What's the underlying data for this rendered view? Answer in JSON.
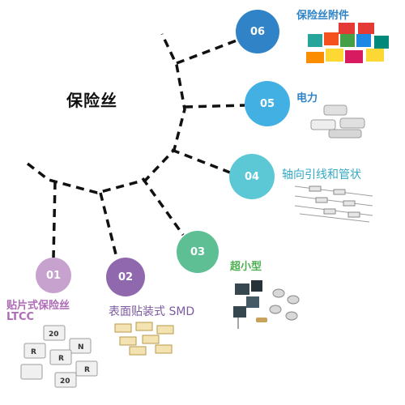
{
  "root": {
    "title": "保险丝"
  },
  "branches": [
    {
      "num": "01",
      "label": "贴片式保险丝",
      "label2": "LTCC",
      "color": "#c7a2cf"
    },
    {
      "num": "02",
      "label": "表面贴装式 SMD",
      "color": "#8f68ad"
    },
    {
      "num": "03",
      "label": "超小型",
      "color": "#5dbf93"
    },
    {
      "num": "04",
      "label": "轴向引线和管状",
      "color": "#5cc8d6"
    },
    {
      "num": "05",
      "label": "电力",
      "color": "#43b0e4"
    },
    {
      "num": "06",
      "label": "保险丝附件",
      "color": "#2f83c6"
    }
  ],
  "colors": {
    "connector": "#111111"
  }
}
